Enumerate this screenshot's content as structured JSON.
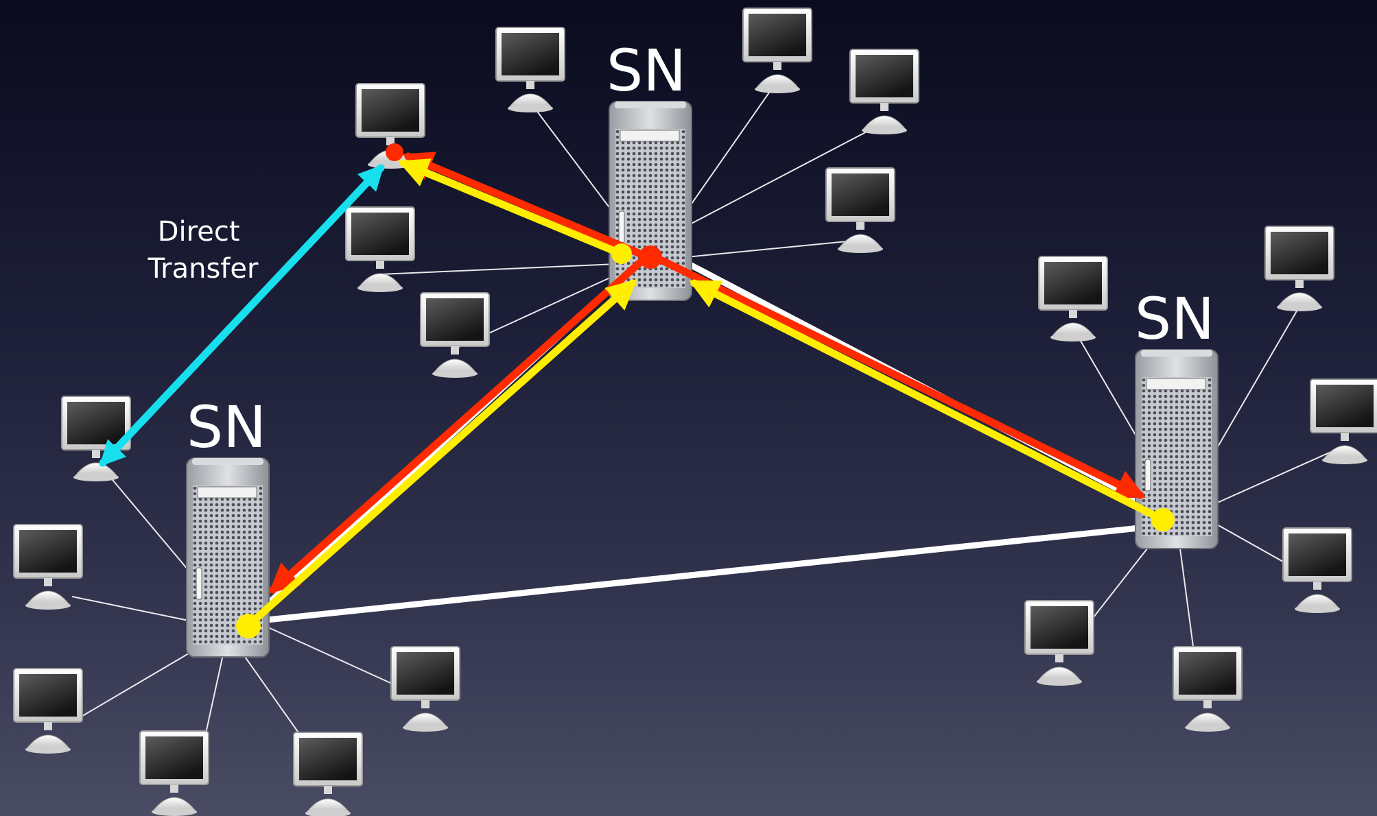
{
  "diagram": {
    "supernode_label": "SN",
    "direct_transfer_label": [
      "Direct",
      "Transfer"
    ],
    "colors": {
      "link": "#ffffff",
      "query_path": "#ff2a00",
      "response_path": "#ffee00",
      "direct_transfer": "#17dfee",
      "screen": "#2a2a2a",
      "monitor_frame": "#e4e4e4",
      "server_body": "#bfc2c8"
    },
    "icons": {
      "supernode": "server-tower-icon",
      "peer": "desktop-computer-icon"
    }
  }
}
